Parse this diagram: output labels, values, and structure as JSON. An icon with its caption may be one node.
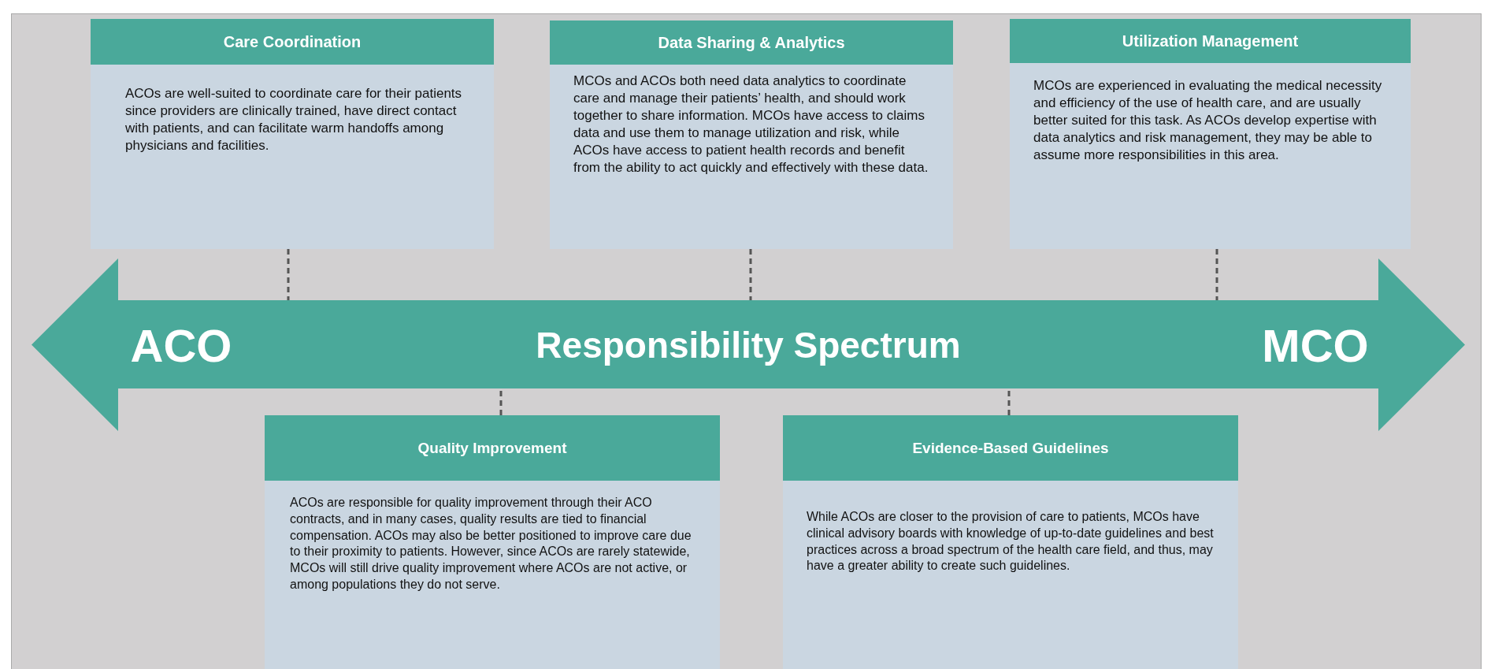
{
  "diagram": {
    "nodes": [
      {
        "text": [
          "Care Coordination",
          "ACOs are well-suited to coordinate care for their patients since providers are clinically trained, have direct contact with patients, and can facilitate warm handoffs among physicians and facilities."
        ]
      },
      {
        "text": [
          "Data Sharing & Analytics",
          "MCOs and ACOs both need data analytics to coordinate care and manage their patients’ health, and should work together to share information. MCOs have access to claims data and use them to manage utilization and risk, while ACOs have access to patient health records and benefit from the ability to act quickly and effectively with these data."
        ]
      },
      {
        "text": [
          "Utilization Management",
          "MCOs are experienced in evaluating the medical necessity and efficiency of the use of health care, and are usually better suited for this task.  As ACOs develop expertise with data analytics and risk management, they may be able to assume more responsibilities in this area."
        ]
      },
      {
        "text": [
          "ACO",
          "Responsibility Spectrum",
          "MCO"
        ]
      },
      {
        "text": [
          "Quality Improvement",
          "ACOs are responsible for quality improvement through their ACO contracts, and in many cases, quality results are tied to financial compensation. ACOs may also be better positioned to improve care due to their proximity to patients. However, since ACOs are rarely statewide, MCOs will still drive quality improvement where ACOs are not active, or among populations they do not serve."
        ]
      },
      {
        "text": [
          "Evidence-Based Guidelines",
          "While ACOs are closer to the provision of care to patients, MCOs have clinical advisory boards with knowledge of up-to-date guidelines and best practices across a broad spectrum of the health care field, and thus, may have a greater ability to create such guidelines."
        ]
      }
    ],
    "edges": [
      {
        "from": 0,
        "to": 3,
        "arrow": "none",
        "style": "dashed"
      },
      {
        "from": 1,
        "to": 3,
        "arrow": "none",
        "style": "dashed"
      },
      {
        "from": 2,
        "to": 3,
        "arrow": "none",
        "style": "dashed"
      },
      {
        "from": 4,
        "to": 3,
        "arrow": "none",
        "style": "dashed"
      },
      {
        "from": 5,
        "to": 3,
        "arrow": "none",
        "style": "dashed"
      }
    ]
  }
}
